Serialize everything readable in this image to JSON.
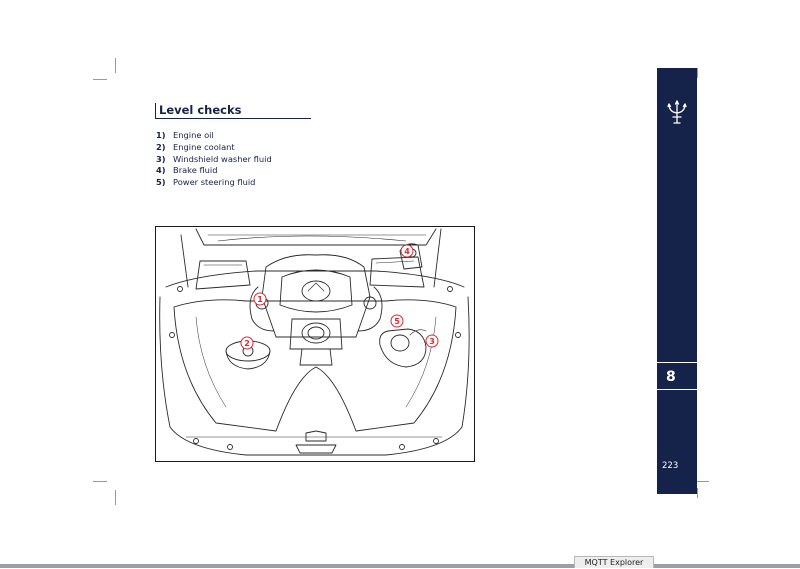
{
  "section": {
    "title": "Level checks"
  },
  "items": [
    {
      "num": "1)",
      "label": "Engine oil"
    },
    {
      "num": "2)",
      "label": "Engine coolant"
    },
    {
      "num": "3)",
      "label": "Windshield washer fluid"
    },
    {
      "num": "4)",
      "label": "Brake fluid"
    },
    {
      "num": "5)",
      "label": "Power steering fluid"
    }
  ],
  "figure": {
    "callouts": [
      "1",
      "2",
      "3",
      "4",
      "5"
    ],
    "callout_color": "#d42a34"
  },
  "side_tab": {
    "chapter": "8",
    "page_number": "223",
    "logo_icon": "trident-logo-icon",
    "color": "#15224a"
  },
  "taskbar": {
    "app_label": "MQTT Explorer"
  }
}
